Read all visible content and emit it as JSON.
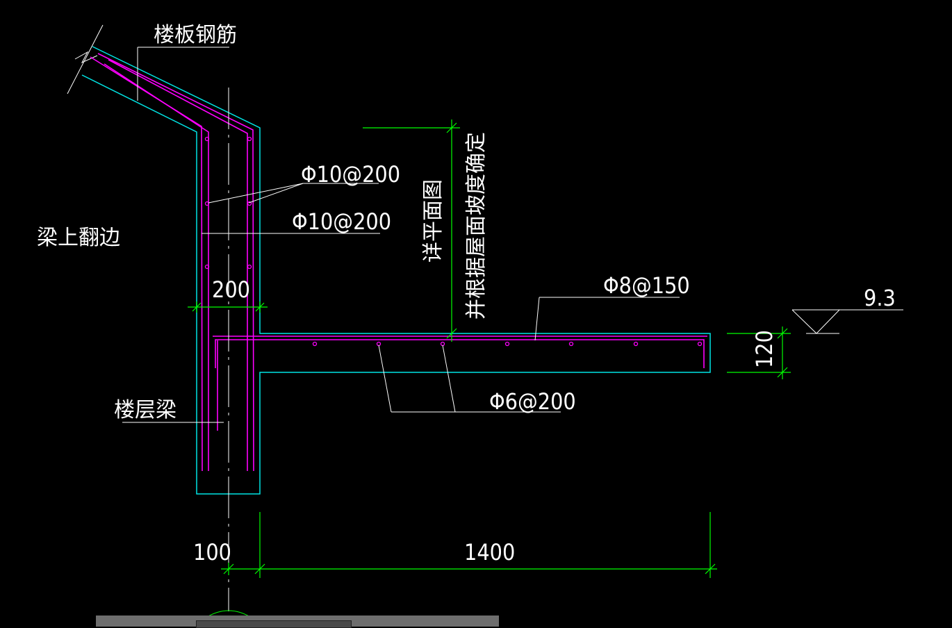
{
  "labels": {
    "slab_rebar": "楼板钢筋",
    "beam_upturn": "梁上翻边",
    "floor_beam": "楼层梁",
    "rebar_a": "Φ10@200",
    "rebar_b": "Φ10@200",
    "rebar_top": "Φ8@150",
    "rebar_dist": "Φ6@200",
    "note_line1": "并根据屋面坡度确定",
    "note_line2": "详平面图"
  },
  "dims": {
    "wall_width": "200",
    "slab_thickness": "120",
    "offset": "100",
    "cantilever": "1400",
    "elevation": "9.3"
  },
  "colors": {
    "background": "#000000",
    "concrete_outline": "#00ffff",
    "rebar": "#ff00ff",
    "dimension": "#00ff00",
    "text": "#ffffff",
    "leader": "#ffffff"
  }
}
